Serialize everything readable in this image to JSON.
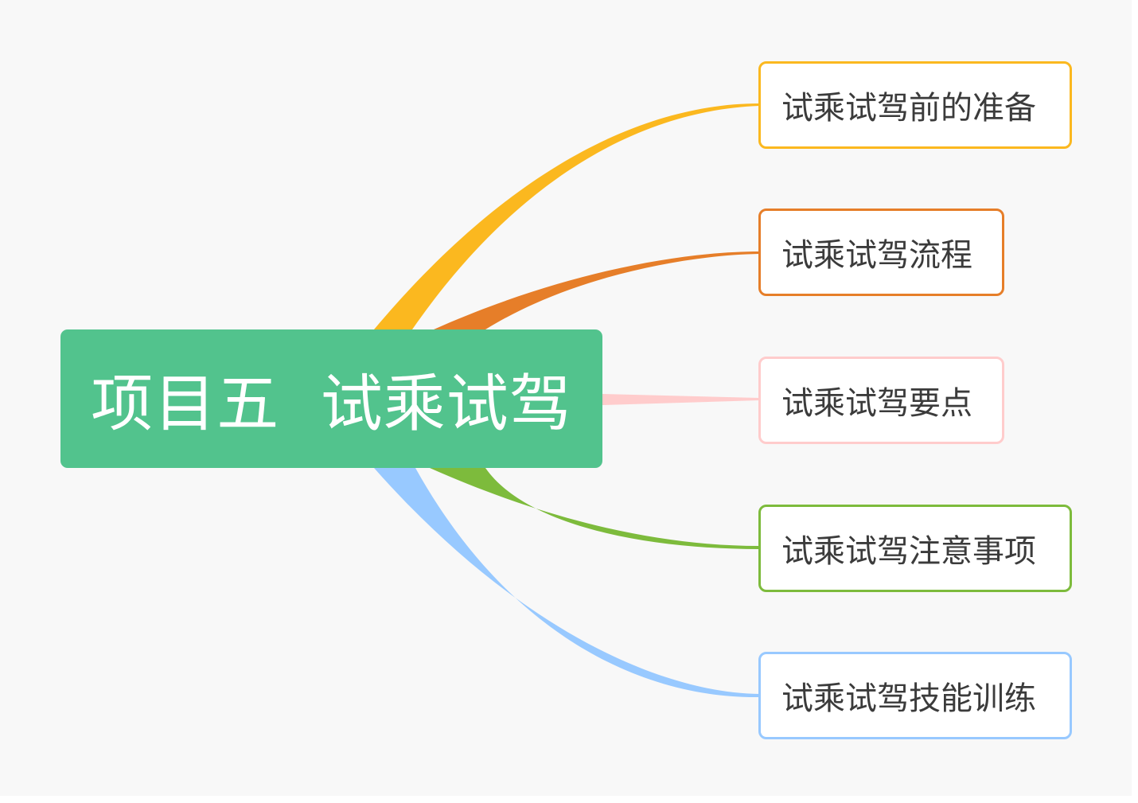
{
  "root": {
    "label": "项目五  试乘试驾",
    "color": "#52c38d"
  },
  "branches": [
    {
      "label": "试乘试驾前的准备",
      "color": "#fbb81f"
    },
    {
      "label": "试乘试驾流程",
      "color": "#e67e29"
    },
    {
      "label": "试乘试驾要点",
      "color": "#ffcccc"
    },
    {
      "label": "试乘试驾注意事项",
      "color": "#7dbb3c"
    },
    {
      "label": "试乘试驾技能训练",
      "color": "#98c9ff"
    }
  ]
}
